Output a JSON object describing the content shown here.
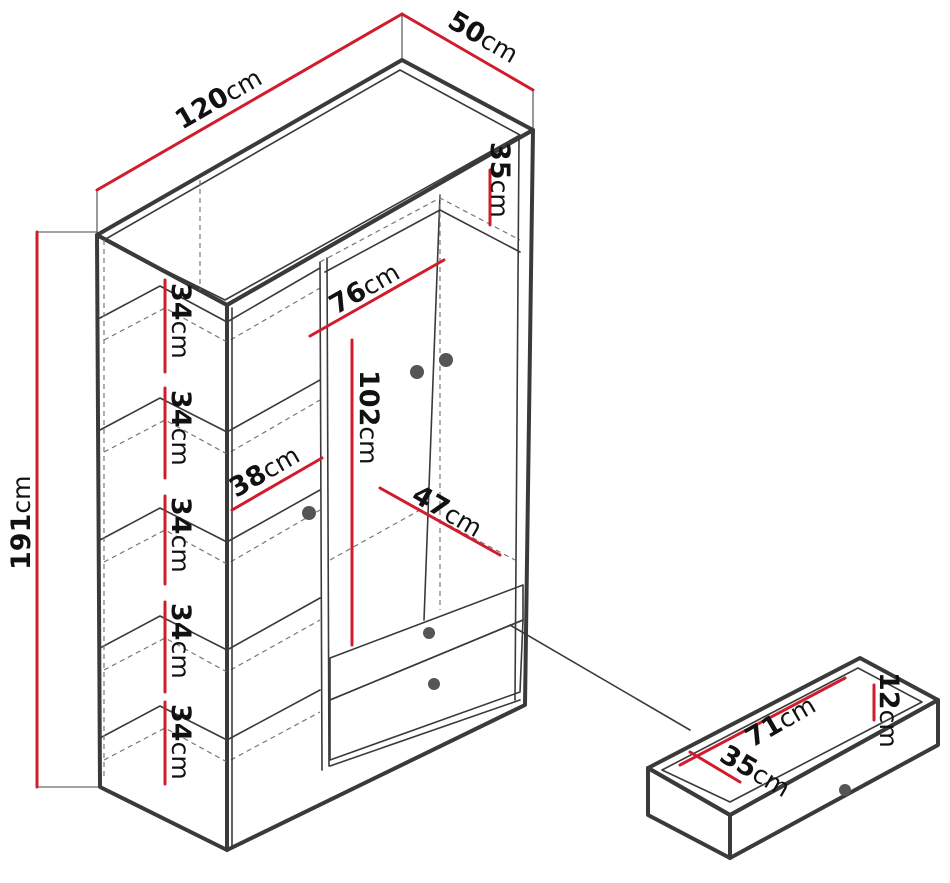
{
  "dimensions": {
    "width": {
      "value": "120",
      "unit": "cm"
    },
    "depth": {
      "value": "50",
      "unit": "cm"
    },
    "height": {
      "value": "191",
      "unit": "cm"
    },
    "top_shelf": {
      "value": "35",
      "unit": "cm"
    },
    "rail_width": {
      "value": "76",
      "unit": "cm"
    },
    "hanging": {
      "value": "102",
      "unit": "cm"
    },
    "inner_depth": {
      "value": "47",
      "unit": "cm"
    },
    "side_width": {
      "value": "38",
      "unit": "cm"
    },
    "shelf_1": {
      "value": "34",
      "unit": "cm"
    },
    "shelf_2": {
      "value": "34",
      "unit": "cm"
    },
    "shelf_3": {
      "value": "34",
      "unit": "cm"
    },
    "shelf_4": {
      "value": "34",
      "unit": "cm"
    },
    "shelf_5": {
      "value": "34",
      "unit": "cm"
    },
    "drawer_width": {
      "value": "71",
      "unit": "cm"
    },
    "drawer_depth": {
      "value": "35",
      "unit": "cm"
    },
    "drawer_height": {
      "value": "12",
      "unit": "cm"
    }
  },
  "colors": {
    "dimension_line": "#d11c2c",
    "outline": "#3a3a3a",
    "text": "#111111"
  }
}
